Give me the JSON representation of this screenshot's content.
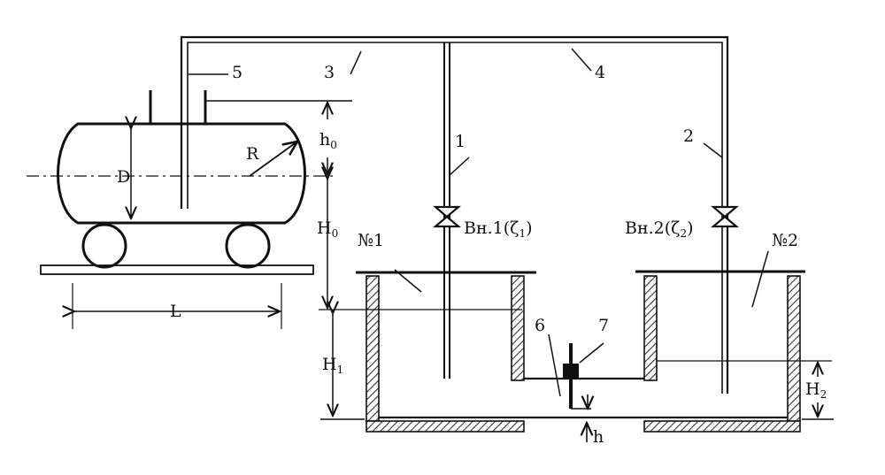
{
  "labels": {
    "n1": "1",
    "n2": "2",
    "n3": "3",
    "n4": "4",
    "n5": "5",
    "n6": "6",
    "n7": "7",
    "R": "R",
    "D": "D",
    "L": "L",
    "h0": "h",
    "h0_sub": "0",
    "H0": "H",
    "H0_sub": "0",
    "H1": "H",
    "H1_sub": "1",
    "H2": "H",
    "H2_sub": "2",
    "h": "h",
    "valve1": "Вн.1(ζ",
    "valve1_sub": "1",
    "valve1_end": ")",
    "valve2": "Вн.2(ζ",
    "valve2_sub": "2",
    "valve2_end": ")",
    "tank1": "№1",
    "tank2": "№2"
  }
}
